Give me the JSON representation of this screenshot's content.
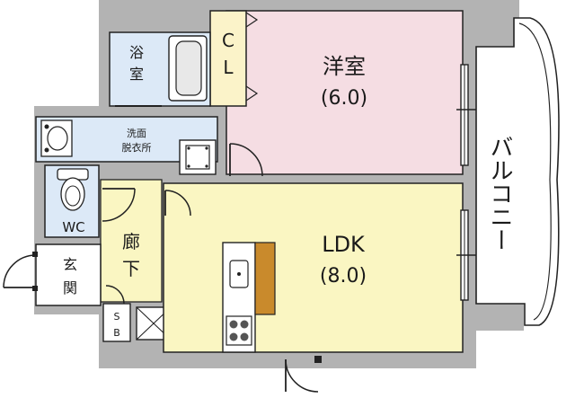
{
  "rooms": {
    "western_room": {
      "name": "洋室",
      "size": "(6.0)",
      "color": "#f5dde3"
    },
    "ldk": {
      "name": "LDK",
      "size": "(8.0)",
      "color": "#faf6c2"
    },
    "bath": {
      "line1": "浴",
      "line2": "室",
      "color": "#dce9f7"
    },
    "closet": {
      "line1": "C",
      "line2": "L",
      "color": "#fbf3c9"
    },
    "washroom": {
      "line1": "洗面",
      "line2": "脱衣所",
      "color": "#dce9f7"
    },
    "wc": {
      "name": "WC",
      "color": "#dce9f7"
    },
    "corridor": {
      "line1": "廊",
      "line2": "下",
      "color": "#faf6c2"
    },
    "entrance": {
      "line1": "玄",
      "line2": "関"
    },
    "shoe_box": {
      "line1": "S",
      "line2": "B"
    },
    "balcony": {
      "name": "バルコニー"
    }
  },
  "colors": {
    "wall": "#b3b3b3",
    "line": "#222222",
    "kitchen_counter": "#c98a2c"
  }
}
